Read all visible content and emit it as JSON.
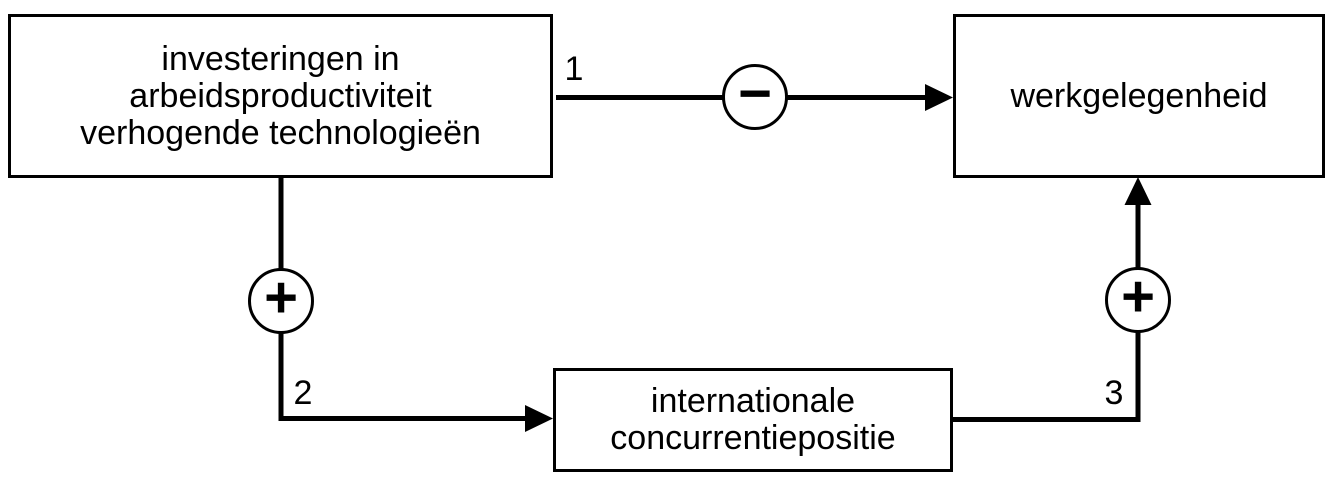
{
  "diagram": {
    "type": "causal-flow-diagram",
    "language": "nl",
    "colors": {
      "background": "#ffffff",
      "ink": "#000000"
    },
    "nodes": [
      {
        "id": "investeringen",
        "label": "investeringen in\narbeidsproductiviteit\nverhogende technologieën"
      },
      {
        "id": "werkgelegenheid",
        "label": "werkgelegenheid"
      },
      {
        "id": "concurrentiepositie",
        "label": "internationale\nconcurrentiepositie"
      }
    ],
    "edges": [
      {
        "number": "1",
        "sign": "−",
        "sign_name": "minus",
        "from": "investeringen",
        "to": "werkgelegenheid"
      },
      {
        "number": "2",
        "sign": "+",
        "sign_name": "plus",
        "from": "investeringen",
        "to": "concurrentiepositie"
      },
      {
        "number": "3",
        "sign": "+",
        "sign_name": "plus",
        "from": "concurrentiepositie",
        "to": "werkgelegenheid"
      }
    ]
  }
}
